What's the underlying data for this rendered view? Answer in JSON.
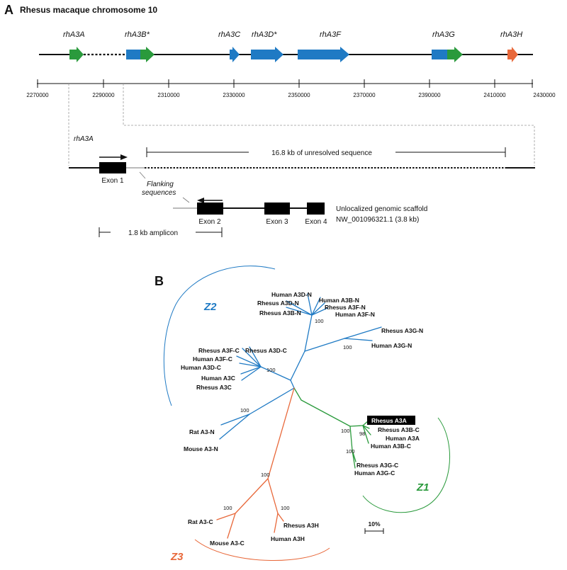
{
  "panel_a": {
    "label": "A",
    "title": "Rhesus macaque chromosome 10",
    "colors": {
      "a3a": "#2a9a3c",
      "blue": "#1f7ac4",
      "a3h": "#e8683a"
    },
    "genes": [
      "rhA3A",
      "rhA3B*",
      "rhA3C",
      "rhA3D*",
      "rhA3F",
      "rhA3G",
      "rhA3H"
    ],
    "axis_ticks": [
      "2270000",
      "2290000",
      "2310000",
      "2330000",
      "2350000",
      "2370000",
      "2390000",
      "2410000",
      "2430000"
    ],
    "detail": {
      "gene_label": "rhA3A",
      "unresolved": "16.8 kb of unresolved sequence",
      "exon1": "Exon 1",
      "flanking_line1": "Flanking",
      "flanking_line2": "sequences",
      "exon2": "Exon 2",
      "exon3": "Exon 3",
      "exon4": "Exon 4",
      "scaffold_line1": "Unlocalized genomic scaffold",
      "scaffold_line2": "NW_001096321.1  (3.8 kb)",
      "amplicon": "1.8 kb amplicon"
    }
  },
  "panel_b": {
    "label": "B",
    "zones": [
      "Z1",
      "Z2",
      "Z3"
    ],
    "zone_colors": {
      "Z1": "#2a9a3c",
      "Z2": "#1f7ac4",
      "Z3": "#e8683a"
    },
    "tips": [
      "Human A3D-N",
      "Rhesus A3D-N",
      "Human A3B-N",
      "Rhesus A3F-N",
      "Rhesus A3B-N",
      "Human A3F-N",
      "Rhesus A3G-N",
      "Human A3G-N",
      "Rhesus A3F-C",
      "Rhesus A3D-C",
      "Human A3F-C",
      "Human A3D-C",
      "Human A3C",
      "Rhesus A3C",
      "Rat A3-N",
      "Mouse A3-N",
      "Rhesus A3A",
      "Rhesus A3B-C",
      "Human A3A",
      "Human A3B-C",
      "Rhesus A3G-C",
      "Human A3G-C",
      "Rat A3-C",
      "Mouse A3-C",
      "Rhesus A3H",
      "Human A3H"
    ],
    "bootstrap": [
      "100",
      "100",
      "100",
      "100",
      "100",
      "98",
      "100",
      "100",
      "100",
      "100"
    ],
    "scale_label": "10%"
  }
}
